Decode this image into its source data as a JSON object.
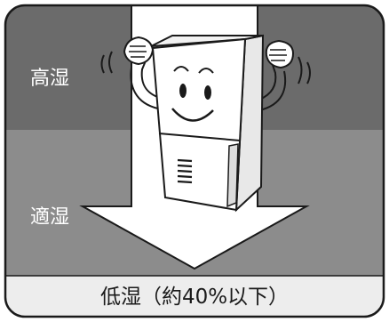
{
  "zones": {
    "high": {
      "label": "高湿"
    },
    "mid": {
      "label": "適湿"
    },
    "low": {
      "label": "低湿（約40%以下）"
    }
  },
  "colors": {
    "high_bg": "#6b6b6b",
    "mid_bg": "#8c8c8c",
    "low_bg": "#ededed",
    "arrow_fill": "#ffffff",
    "line": "#1a1a1a"
  },
  "icons": {
    "character": "dehumidifier-character-icon",
    "arrow": "down-arrow-icon"
  }
}
